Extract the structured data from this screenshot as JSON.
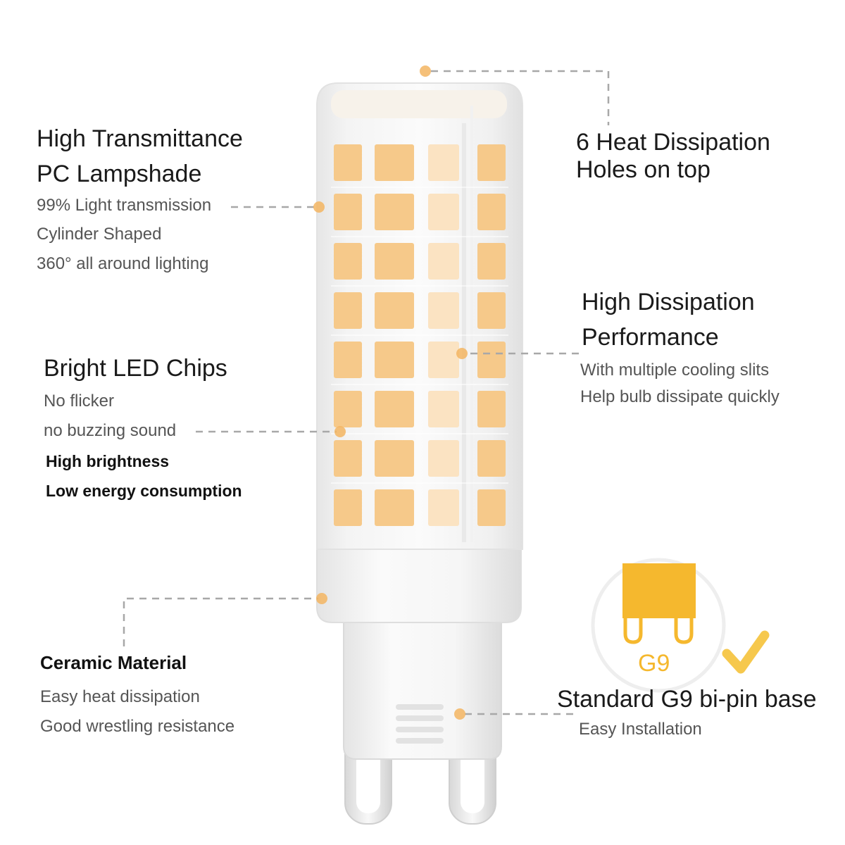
{
  "features": {
    "lampshade": {
      "title_line1": "High Transmittance",
      "title_line2": "PC Lampshade",
      "points": [
        "99% Light transmission",
        "Cylinder Shaped",
        "360° all around lighting"
      ]
    },
    "heat_holes": {
      "title_line1": "6 Heat Dissipation",
      "title_line2": "Holes on top"
    },
    "dissipation": {
      "title_line1": "High Dissipation",
      "title_line2": "Performance",
      "points": [
        "With multiple cooling slits",
        "Help bulb dissipate quickly"
      ]
    },
    "led_chips": {
      "title": "Bright LED Chips",
      "points": [
        "No flicker",
        "no buzzing sound"
      ],
      "bold_points": [
        "High brightness",
        "Low energy consumption"
      ]
    },
    "ceramic": {
      "title": "Ceramic Material",
      "points": [
        "Easy heat dissipation",
        "Good wrestling resistance"
      ]
    },
    "base": {
      "title": "Standard G9 bi-pin base",
      "point": "Easy Installation",
      "badge_label": "G9"
    }
  },
  "colors": {
    "accent_dot": "#f3b562",
    "led_chip": "#f6c98a",
    "leader_line": "#a8a8a8",
    "check_mark": "#f6c84d"
  },
  "icons": [
    "check-icon",
    "g9-base-icon"
  ]
}
